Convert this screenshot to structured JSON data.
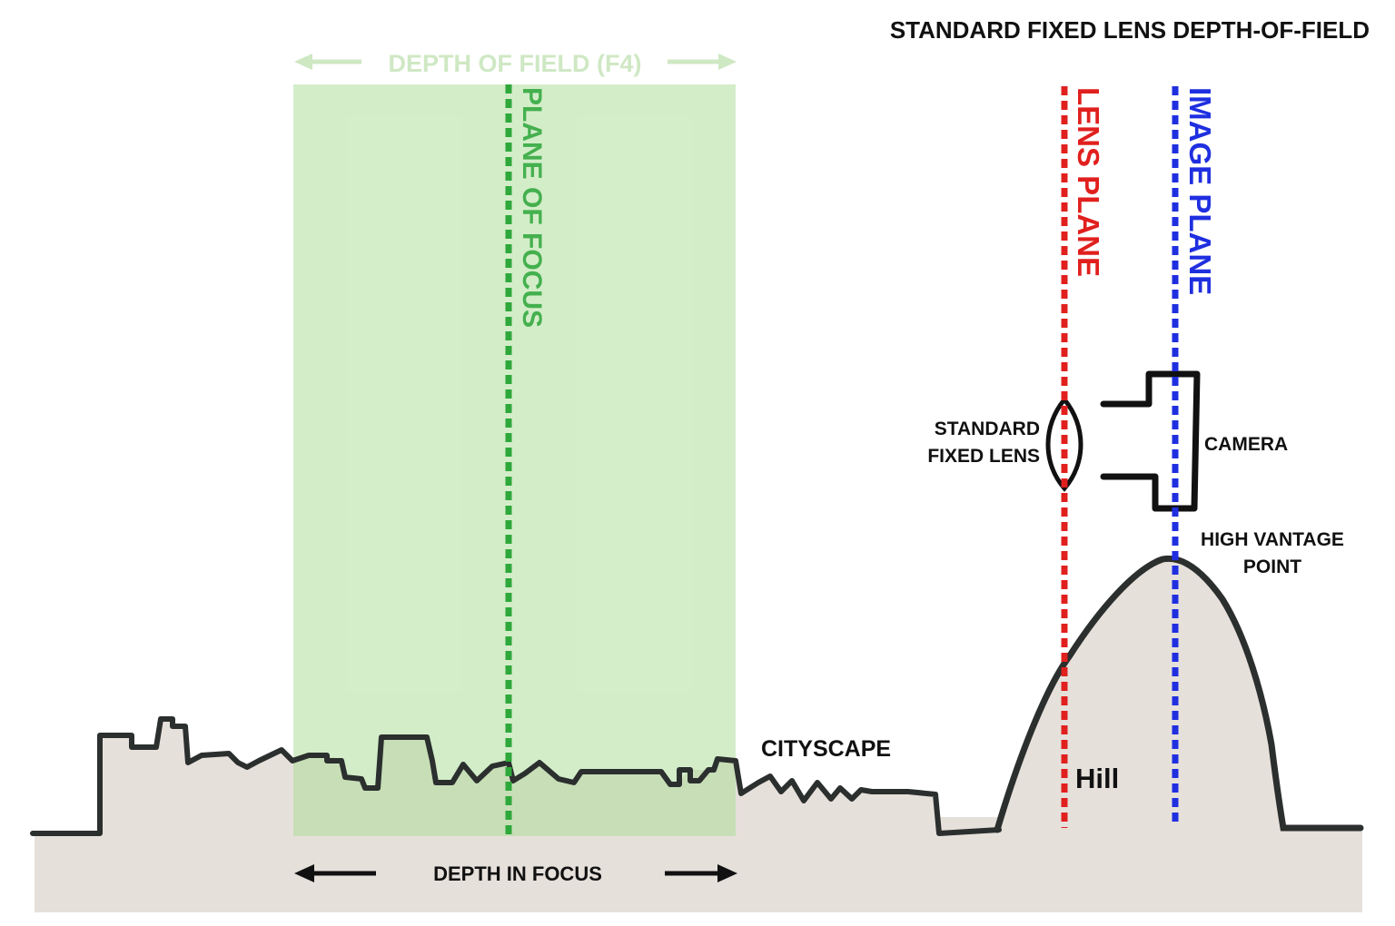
{
  "title": "STANDARD FIXED LENS DEPTH-OF-FIELD",
  "depth_of_field_label": "DEPTH OF FIELD (F4)",
  "plane_of_focus_label": "PLANE OF FOCUS",
  "lens_plane_label": "LENS PLANE",
  "image_plane_label": "IMAGE PLANE",
  "lens_label_line1": "STANDARD",
  "lens_label_line2": "FIXED LENS",
  "camera_label": "CAMERA",
  "vantage_label_line1": "HIGH VANTAGE",
  "vantage_label_line2": "POINT",
  "cityscape_label": "CITYSCAPE",
  "hill_label": "Hill",
  "depth_in_focus_label": "DEPTH IN FOCUS",
  "colors": {
    "dof_fill": "#a8dc94",
    "dof_text": "#cfe8c4",
    "plane_of_focus": "#2ea83a",
    "plane_of_focus_text": "#44b04e",
    "lens_plane": "#e0201e",
    "image_plane": "#1f2fe0",
    "ground": "#e6e0db",
    "outline": "#2b2f2e"
  }
}
